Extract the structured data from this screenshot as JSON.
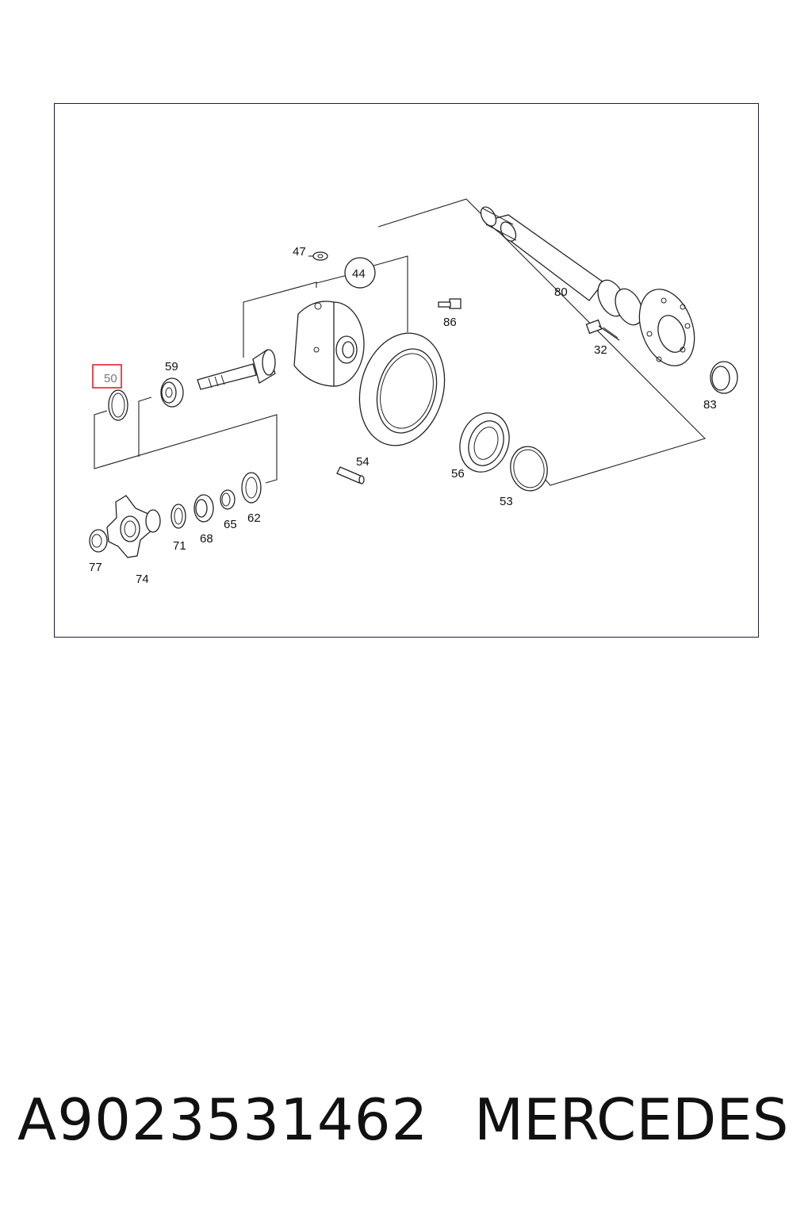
{
  "diagram": {
    "callouts": [
      {
        "id": "47",
        "label": "47"
      },
      {
        "id": "44",
        "label": "44"
      },
      {
        "id": "80",
        "label": "80"
      },
      {
        "id": "86",
        "label": "86"
      },
      {
        "id": "32",
        "label": "32"
      },
      {
        "id": "83",
        "label": "83"
      },
      {
        "id": "50",
        "label": "50",
        "highlighted": true
      },
      {
        "id": "59",
        "label": "59"
      },
      {
        "id": "54",
        "label": "54"
      },
      {
        "id": "56",
        "label": "56"
      },
      {
        "id": "53",
        "label": "53"
      },
      {
        "id": "62",
        "label": "62"
      },
      {
        "id": "65",
        "label": "65"
      },
      {
        "id": "68",
        "label": "68"
      },
      {
        "id": "71",
        "label": "71"
      },
      {
        "id": "74",
        "label": "74"
      },
      {
        "id": "77",
        "label": "77"
      }
    ],
    "highlight_color": "#e8202a"
  },
  "caption": {
    "part_number": "A9023531462",
    "brand": "MERCEDES"
  }
}
